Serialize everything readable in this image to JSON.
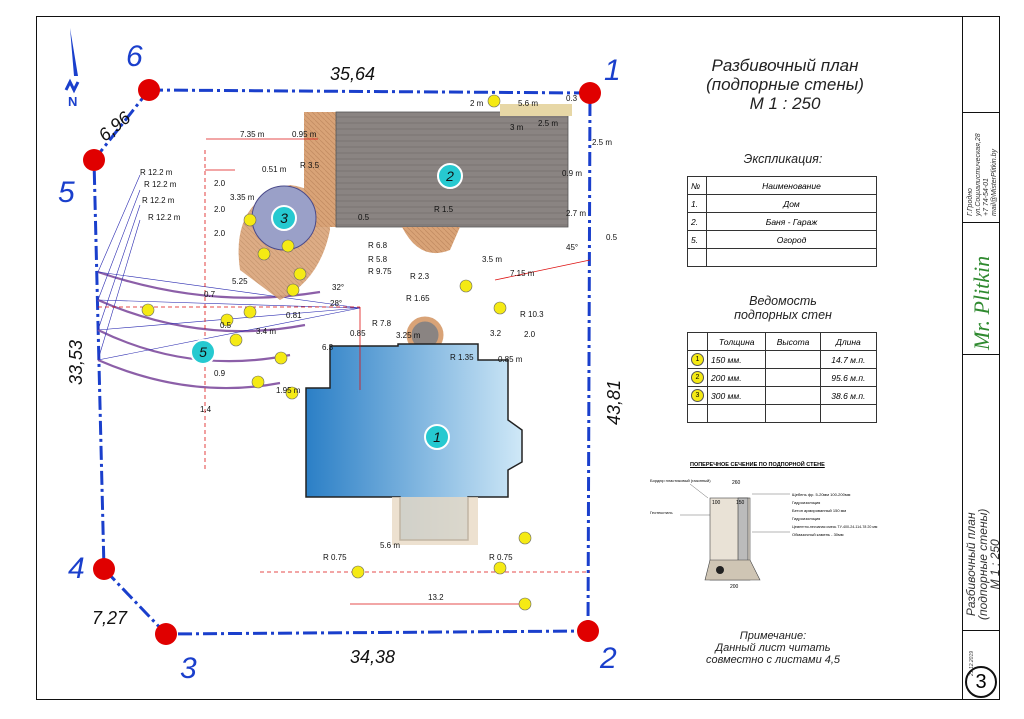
{
  "title": {
    "line1": "Разбивочный план",
    "line2": "(подпорные стены)",
    "line3": "М 1 : 250"
  },
  "north": "N",
  "corners": [
    {
      "id": "1",
      "label": "1"
    },
    {
      "id": "2",
      "label": "2"
    },
    {
      "id": "3",
      "label": "3"
    },
    {
      "id": "4",
      "label": "4"
    },
    {
      "id": "5",
      "label": "5"
    },
    {
      "id": "6",
      "label": "6"
    }
  ],
  "sides": {
    "top": "35,64",
    "left_top": "6,96",
    "left": "33,53",
    "right": "43,81",
    "bottom": "34,38",
    "bottom_left": "7,27"
  },
  "zones": {
    "house": "1",
    "bath": "2",
    "gazebo": "3",
    "garden": "5"
  },
  "dims": {
    "d1": "5.6 m",
    "d2": "0.3",
    "d3": "2 m",
    "d4": "3 m",
    "d5": "2.5 m",
    "d6": "2.5 m",
    "d7": "0.9 m",
    "d8": "7.35 m",
    "d9": "0.95 m",
    "d10": "0.51 m",
    "d11": "R 3.5",
    "d12": "R 12.2 m",
    "d13": "R 12.2 m",
    "d14": "R 12.2 m",
    "d15": "R 12.2 m",
    "d16": "2.0",
    "d17": "2.0",
    "d18": "2.0",
    "d19": "3.35 m",
    "d20": "R 1.5",
    "d21": "0.5",
    "d22": "2.7 m",
    "d23": "0.5",
    "d24": "45°",
    "d25": "R 6.8",
    "d26": "R 5.8",
    "d27": "R 9.75",
    "d28": "R 2.3",
    "d29": "7.15 m",
    "d30": "3.5 m",
    "d31": "32°",
    "d32": "28°",
    "d33": "R 1.65",
    "d34": "R 10.3",
    "d35": "R 7.8",
    "d36": "3.25 m",
    "d37": "0.85",
    "d38": "3.2",
    "d39": "2.0",
    "d40": "R 1.35",
    "d41": "0.85 m",
    "d42": "6.3",
    "d43": "5.25",
    "d44": "0.7",
    "d45": "1.4",
    "d46": "0.5",
    "d47": "3.4 m",
    "d48": "0.81",
    "d49": "1.95 m",
    "d50": "5.6 m",
    "d51": "R 0.75",
    "d52": "R 0.75",
    "d53": "13.2",
    "d54": "0.9"
  },
  "explication": {
    "heading": "Экспликация:",
    "head": [
      "№",
      "Наименование"
    ],
    "rows": [
      [
        "1.",
        "Дом"
      ],
      [
        "2.",
        "Баня - Гараж"
      ],
      [
        "5.",
        "Огород"
      ],
      [
        "",
        ""
      ]
    ]
  },
  "walls": {
    "heading1": "Ведомость",
    "heading2": "подпорных стен",
    "head": [
      "",
      "Толщина",
      "Высота",
      "Длина"
    ],
    "rows": [
      [
        "1",
        "150 мм.",
        "",
        "14.7 м.п."
      ],
      [
        "2",
        "200 мм.",
        "",
        "95.6 м.п."
      ],
      [
        "3",
        "300 мм.",
        "",
        "38.6 м.п."
      ],
      [
        "",
        "",
        "",
        ""
      ]
    ]
  },
  "section": {
    "title": "ПОПЕРЕЧНОЕ СЕЧЕНИЕ ПО ПОДПОРНОЙ СТЕНЕ",
    "l1": "Бордюр пластиковый (газонный)",
    "l2": "Геотекстиль",
    "w1": "260",
    "w2": "100",
    "w3": "150",
    "w4": "200",
    "r1": "Щебень фр. 5-20мм        100-200мм",
    "r2": "Гидроизоляция",
    "r3": "Бетон армированный        150 мм",
    "r4": "Гидроизоляция",
    "r5": "Цементно-песчаная смесь ТУ-400-24-114-78     20 мм",
    "r6": "Обмазочный камень - 30мм"
  },
  "note": {
    "line1": "Примечание:",
    "line2": "Данный лист читать",
    "line3": "совместно с листами 4,5"
  },
  "stamp": {
    "address1": "Г.Гродно",
    "address2": "ул.Социалистическая,28",
    "address3": "+7 74-54-01",
    "address4": "mail@MisterPlitkin.by",
    "brand": "Mr. Plitkin",
    "sheet_title1": "Разбивочный план",
    "sheet_title2": "(подпорные стены)",
    "sheet_title3": "М 1 : 250",
    "sheet_no": "3",
    "date": "21.12.2019"
  },
  "colors": {
    "boundary": "#1a3fcc",
    "corner": "#e00000",
    "dim": "#d11",
    "house": "#3a8fd0",
    "wall_marker": "#f5ea14",
    "zone_marker": "#26c9d0",
    "brand": "#2f8a2f"
  }
}
